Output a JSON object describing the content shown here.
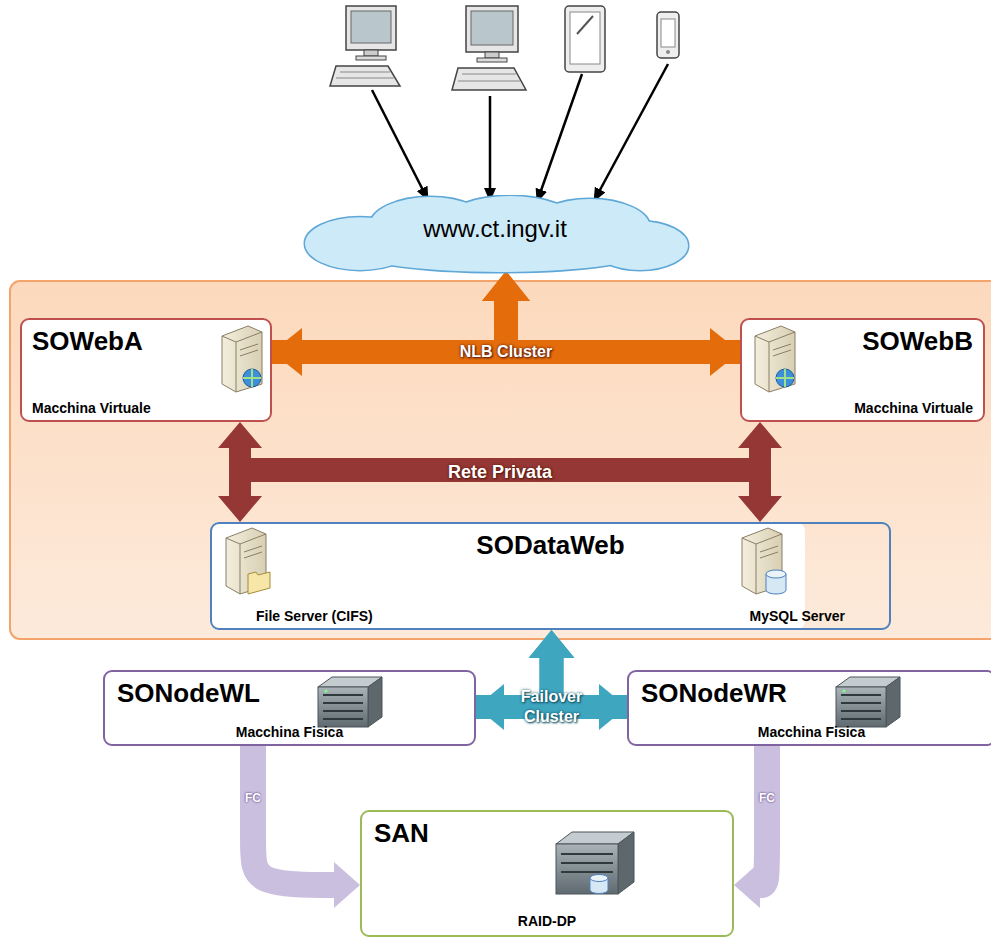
{
  "diagram": {
    "nodes": [
      {
        "text": [
          "www.ct.ingv.it"
        ]
      },
      {
        "text": [
          "SOWebA",
          "Macchina Virtuale"
        ]
      },
      {
        "text": [
          "SOWebB",
          "Macchina Virtuale"
        ]
      },
      {
        "text": [
          "SODataWeb",
          "File Server (CIFS)",
          "MySQL Server"
        ]
      },
      {
        "text": [
          "SONodeWL",
          "Macchina Fisica"
        ]
      },
      {
        "text": [
          "SONodeWR",
          "Macchina Fisica"
        ]
      },
      {
        "text": [
          "SAN",
          "RAID-DP"
        ]
      }
    ],
    "edges": [
      {
        "from": 1,
        "to": 2,
        "arrow": "both",
        "label": "NLB Cluster"
      },
      {
        "from": 1,
        "to": 0,
        "arrow": "to"
      },
      {
        "from": 2,
        "to": 0,
        "arrow": "to"
      },
      {
        "from": 1,
        "to": 3,
        "arrow": "both",
        "label": "Rete Privata"
      },
      {
        "from": 2,
        "to": 3,
        "arrow": "both"
      },
      {
        "from": 4,
        "to": 5,
        "arrow": "both",
        "label": "Failover Cluster"
      },
      {
        "from": 4,
        "to": 3,
        "arrow": "to"
      },
      {
        "from": 5,
        "to": 3,
        "arrow": "to"
      },
      {
        "from": 4,
        "to": 6,
        "arrow": "to",
        "label": "FC"
      },
      {
        "from": 5,
        "to": 6,
        "arrow": "to",
        "label": "FC"
      }
    ]
  }
}
